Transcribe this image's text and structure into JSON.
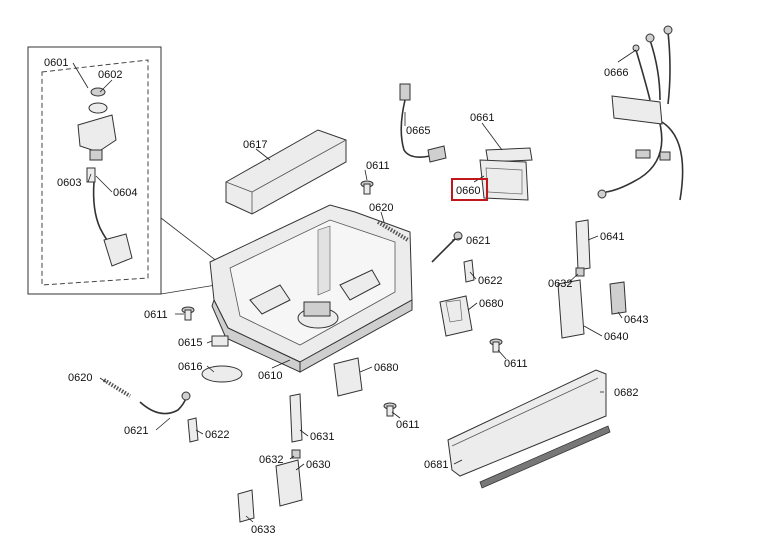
{
  "labels": {
    "l0601": "0601",
    "l0602": "0602",
    "l0603": "0603",
    "l0604": "0604",
    "l0617": "0617",
    "l0665": "0665",
    "l0661": "0661",
    "l0660": "0660",
    "l0666": "0666",
    "l0611a": "0611",
    "l0620a": "0620",
    "l0621a": "0621",
    "l0622a": "0622",
    "l0641": "0641",
    "l0632a": "0632",
    "l0643": "0643",
    "l0680a": "0680",
    "l0640": "0640",
    "l0611b": "0611",
    "l0615": "0615",
    "l0616": "0616",
    "l0610": "0610",
    "l0611c": "0611",
    "l0680b": "0680",
    "l0620b": "0620",
    "l0682": "0682",
    "l0611d": "0611",
    "l0621b": "0621",
    "l0622b": "0622",
    "l0631": "0631",
    "l0632b": "0632",
    "l0630": "0630",
    "l0681": "0681",
    "l0633": "0633"
  },
  "highlight": {
    "part": "0660",
    "color": "#c0171d"
  }
}
